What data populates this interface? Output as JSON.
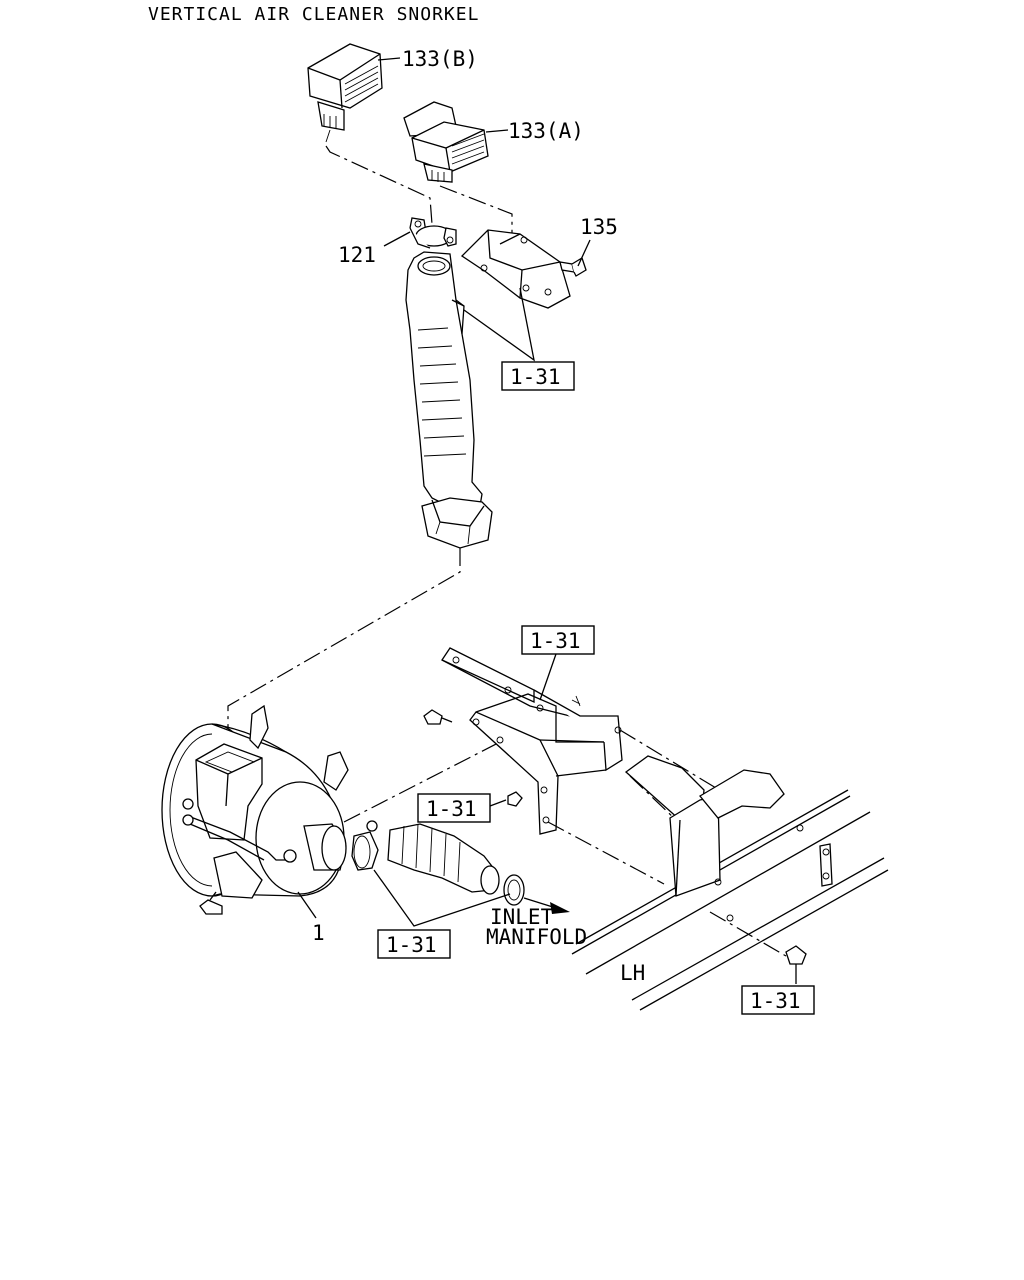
{
  "title": "VERTICAL AIR CLEANER SNORKEL",
  "callouts": {
    "part_133b": "133(B)",
    "part_133a": "133(A)",
    "part_135": "135",
    "part_121": "121",
    "part_1": "1",
    "ref_snorkel_bracket": "1-31",
    "ref_frame_bracket": "1-31",
    "ref_side_bracket": "1-31",
    "ref_hose_clamps": "1-31",
    "ref_bolt": "1-31"
  },
  "annotations": {
    "inlet_line1": "INLET",
    "inlet_line2": "MANIFOLD",
    "side": "LH"
  }
}
